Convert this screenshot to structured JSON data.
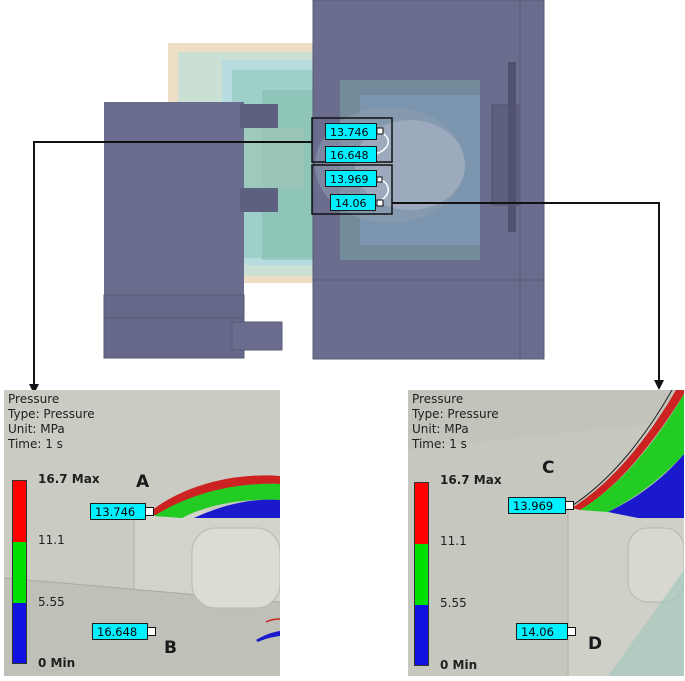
{
  "colors": {
    "housing": "#6b6d8e",
    "background_panel": "#c9cbc1",
    "legend_red": "#ff0000",
    "legend_green": "#00e000",
    "legend_blue": "#1010e0",
    "probe_fill": "#00f0ff"
  },
  "top_probes": [
    "13.746",
    "16.648",
    "13.969",
    "14.06"
  ],
  "left_panel": {
    "info": [
      "Pressure",
      "Type: Pressure",
      "Unit: MPa",
      "Time: 1 s"
    ],
    "legend": {
      "max": "16.7 Max",
      "mid_high": "11.1",
      "mid_low": "5.55",
      "min": "0 Min"
    },
    "probes": [
      {
        "value": "13.746",
        "letter": "A"
      },
      {
        "value": "16.648",
        "letter": "B"
      }
    ]
  },
  "right_panel": {
    "info": [
      "Pressure",
      "Type: Pressure",
      "Unit: MPa",
      "Time: 1 s"
    ],
    "legend": {
      "max": "16.7 Max",
      "mid_high": "11.1",
      "mid_low": "5.55",
      "min": "0 Min"
    },
    "probes": [
      {
        "value": "13.969",
        "letter": "C"
      },
      {
        "value": "14.06",
        "letter": "D"
      }
    ]
  }
}
